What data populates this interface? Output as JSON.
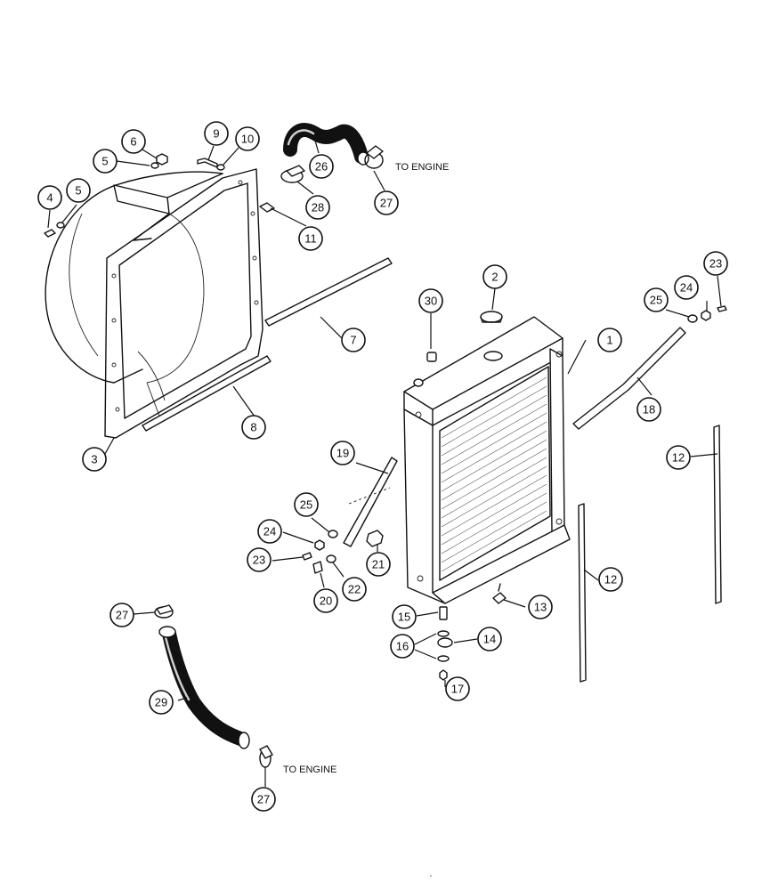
{
  "notes": {
    "to_engine_upper": "TO ENGINE",
    "to_engine_lower": "TO ENGINE"
  },
  "callouts": [
    {
      "id": "c1",
      "label": "1"
    },
    {
      "id": "c2",
      "label": "2"
    },
    {
      "id": "c3",
      "label": "3"
    },
    {
      "id": "c4",
      "label": "4"
    },
    {
      "id": "c5a",
      "label": "5"
    },
    {
      "id": "c5b",
      "label": "5"
    },
    {
      "id": "c6",
      "label": "6"
    },
    {
      "id": "c7",
      "label": "7"
    },
    {
      "id": "c8",
      "label": "8"
    },
    {
      "id": "c9",
      "label": "9"
    },
    {
      "id": "c10",
      "label": "10"
    },
    {
      "id": "c11",
      "label": "11"
    },
    {
      "id": "c12a",
      "label": "12"
    },
    {
      "id": "c12b",
      "label": "12"
    },
    {
      "id": "c13",
      "label": "13"
    },
    {
      "id": "c14",
      "label": "14"
    },
    {
      "id": "c15",
      "label": "15"
    },
    {
      "id": "c16",
      "label": "16"
    },
    {
      "id": "c17",
      "label": "17"
    },
    {
      "id": "c18",
      "label": "18"
    },
    {
      "id": "c19",
      "label": "19"
    },
    {
      "id": "c20",
      "label": "20"
    },
    {
      "id": "c21",
      "label": "21"
    },
    {
      "id": "c22",
      "label": "22"
    },
    {
      "id": "c23a",
      "label": "23"
    },
    {
      "id": "c23b",
      "label": "23"
    },
    {
      "id": "c24a",
      "label": "24"
    },
    {
      "id": "c24b",
      "label": "24"
    },
    {
      "id": "c25a",
      "label": "25"
    },
    {
      "id": "c25b",
      "label": "25"
    },
    {
      "id": "c26",
      "label": "26"
    },
    {
      "id": "c27a",
      "label": "27"
    },
    {
      "id": "c27b",
      "label": "27"
    },
    {
      "id": "c27c",
      "label": "27"
    },
    {
      "id": "c28",
      "label": "28"
    },
    {
      "id": "c29",
      "label": "29"
    },
    {
      "id": "c30",
      "label": "30"
    }
  ]
}
